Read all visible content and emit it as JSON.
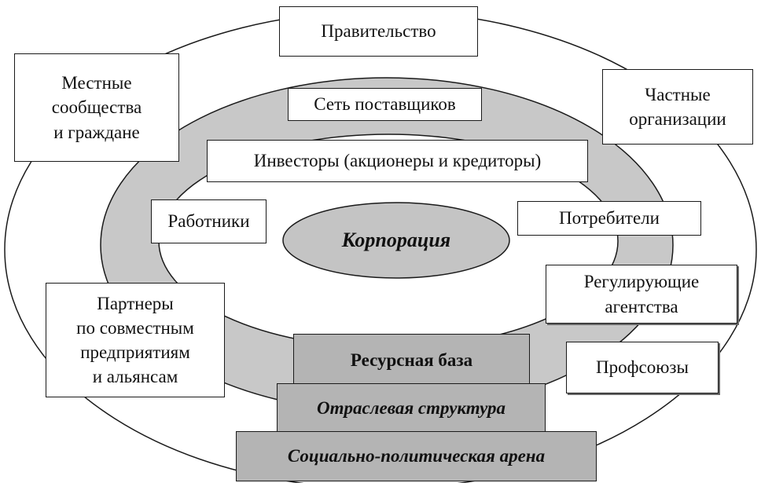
{
  "colors": {
    "ring_fill": "#c8c8c8",
    "core_fill": "#c4c4c4",
    "base_fill": "#b4b4b4",
    "line": "#1a1a1a",
    "box_fill": "#ffffff"
  },
  "core": {
    "label": "Корпорация"
  },
  "outer_ring": {
    "government": "Правительство",
    "local_communities": "Местные\nсообщества\nи граждане",
    "private_orgs": "Частные\nорганизации",
    "partners": "Партнеры\nпо совместным\nпредприятиям\nи альянсам",
    "regulators": "Регулирующие\nагентства",
    "unions": "Профсоюзы"
  },
  "inner_ring": {
    "supply_chain": "Сеть поставщиков",
    "investors": "Инвесторы (акционеры и кредиторы)",
    "employees": "Работники",
    "consumers": "Потребители"
  },
  "bases": {
    "resource_base": "Ресурсная база",
    "industry_structure": "Отраслевая структура",
    "sociopolitical_arena": "Социально-политическая арена"
  }
}
